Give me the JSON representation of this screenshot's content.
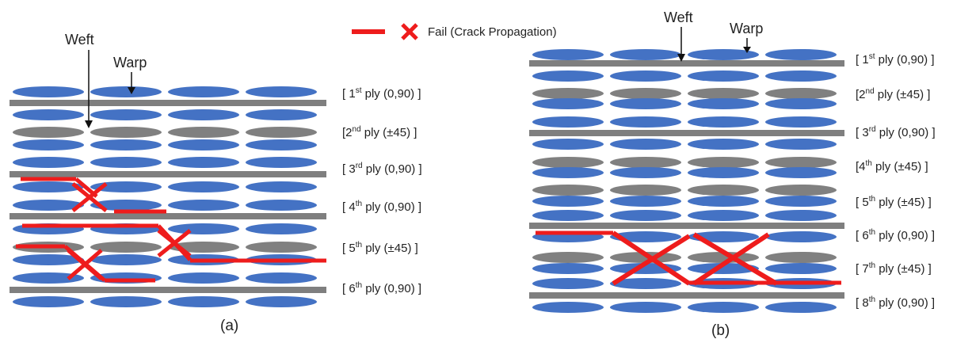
{
  "legend": {
    "text": "Fail (Crack Propagation)",
    "color": "#ee1c1c"
  },
  "colors": {
    "fiber_blue": "#4472c4",
    "fiber_grey": "#808080",
    "bar_grey": "#7f7f7f",
    "crack": "#ee1c1c"
  },
  "panels": [
    {
      "id": "a",
      "caption": "(a)",
      "weft_label": "Weft",
      "warp_label": "Warp",
      "plies": [
        {
          "ordinal": "1",
          "suffix": "st",
          "orientation": "ply (0,90) ]",
          "open": "[ "
        },
        {
          "ordinal": "2",
          "suffix": "nd",
          "orientation": " ply (±45) ]",
          "open": "["
        },
        {
          "ordinal": "3",
          "suffix": "rd",
          "orientation": "ply (0,90) ]",
          "open": "[ "
        },
        {
          "ordinal": "4",
          "suffix": "th",
          "orientation": "ply (0,90) ]",
          "open": "[ "
        },
        {
          "ordinal": "5",
          "suffix": "th",
          "orientation": "ply (±45) ]",
          "open": "[ "
        },
        {
          "ordinal": "6",
          "suffix": "th",
          "orientation": "ply (0,90) ]",
          "open": "[ "
        }
      ]
    },
    {
      "id": "b",
      "caption": "(b)",
      "weft_label": "Weft",
      "warp_label": "Warp",
      "plies": [
        {
          "ordinal": "1",
          "suffix": "st",
          "orientation": "ply (0,90) ]",
          "open": "[ "
        },
        {
          "ordinal": "2",
          "suffix": "nd",
          "orientation": "  ply (±45) ]",
          "open": "["
        },
        {
          "ordinal": "3",
          "suffix": "rd",
          "orientation": "ply (0,90) ]",
          "open": "[ "
        },
        {
          "ordinal": "4",
          "suffix": "th",
          "orientation": "ply (±45) ]",
          "open": "["
        },
        {
          "ordinal": "5",
          "suffix": "th",
          "orientation": "ply (±45) ]",
          "open": "[ "
        },
        {
          "ordinal": "6",
          "suffix": "th",
          "orientation": "ply (0,90) ]",
          "open": "[ "
        },
        {
          "ordinal": "7",
          "suffix": "th",
          "orientation": "ply (±45) ]",
          "open": "[ "
        },
        {
          "ordinal": "8",
          "suffix": "th",
          "orientation": "ply (0,90) ]",
          "open": "[ "
        }
      ]
    }
  ]
}
